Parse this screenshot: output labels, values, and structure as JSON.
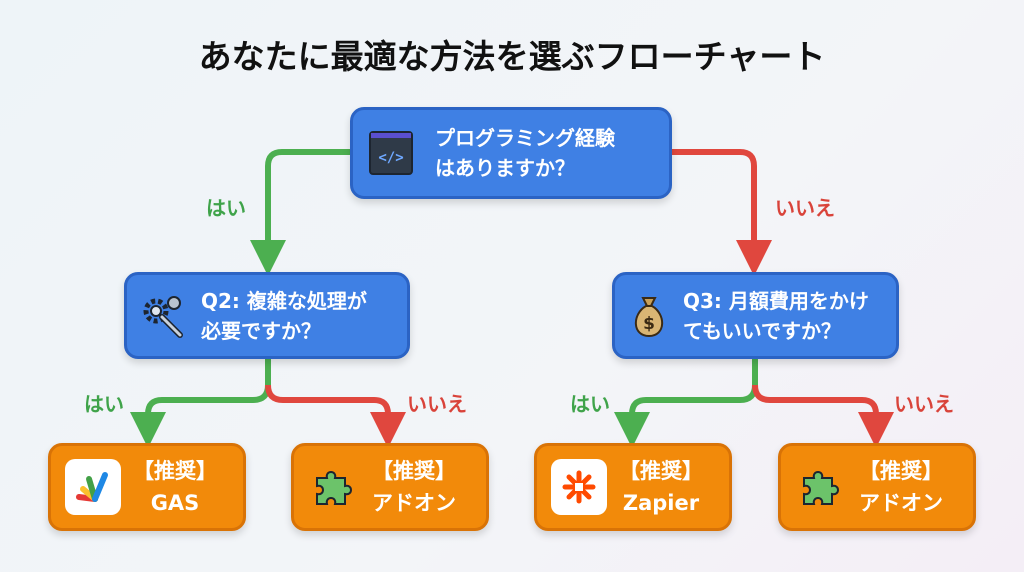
{
  "title": "あなたに最適な方法を選ぶフローチャート",
  "root": {
    "line1": "プログラミング経験",
    "line2": "はありますか？",
    "icon": "code-window-icon"
  },
  "q2": {
    "line1": "Q2: 複雑な処理が",
    "line2": "必要ですか？",
    "icon": "gears-wrench-icon"
  },
  "q3": {
    "line1": "Q3: 月額費用をかけ",
    "line2": "てもいいですか？",
    "icon": "money-bag-icon"
  },
  "labels": {
    "yes": "はい",
    "no": "いいえ"
  },
  "leaves": [
    {
      "tag": "【推奨】",
      "name": "GAS",
      "icon": "apps-script-icon"
    },
    {
      "tag": "【推奨】",
      "name": "アドオン",
      "icon": "puzzle-piece-icon"
    },
    {
      "tag": "【推奨】",
      "name": "Zapier",
      "icon": "zapier-icon"
    },
    {
      "tag": "【推奨】",
      "name": "アドオン",
      "icon": "puzzle-piece-icon"
    }
  ],
  "colors": {
    "yes": "#4caf50",
    "no": "#e0473e",
    "question": "#3f80e4",
    "result": "#f28a0a"
  }
}
